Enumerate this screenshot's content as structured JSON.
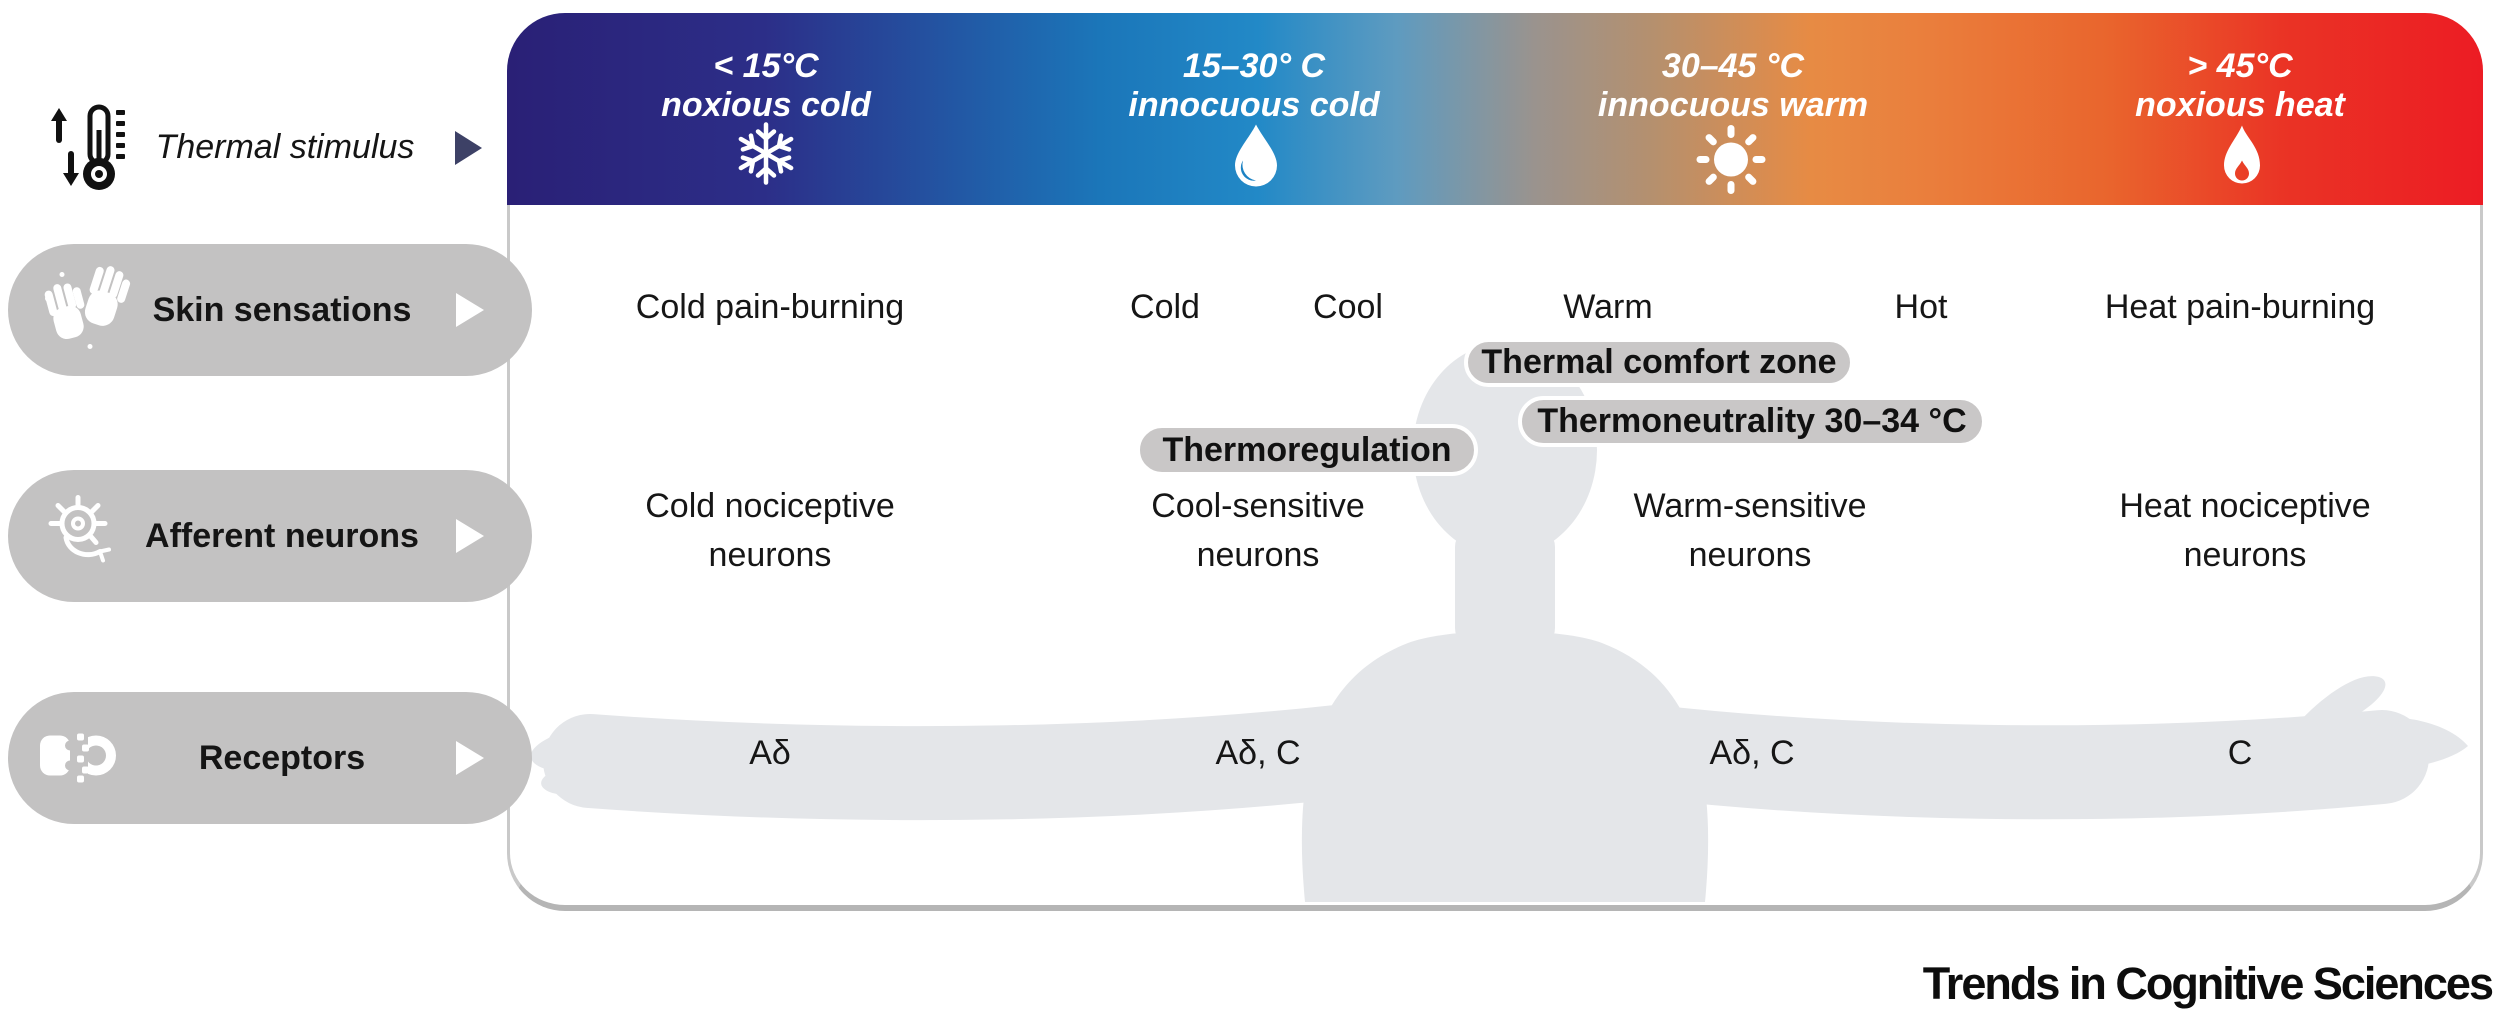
{
  "figure": {
    "thermal_stimulus_label": "Thermal stimulus",
    "journal": "Trends in Cognitive Sciences"
  },
  "header_zones": [
    {
      "range": "< 15°C",
      "name": "noxious cold",
      "icon": "snowflake"
    },
    {
      "range": "15–30° C",
      "name": "innocuous cold",
      "icon": "droplet"
    },
    {
      "range": "30–45 °C",
      "name": "innocuous warm",
      "icon": "sun"
    },
    {
      "range": "> 45°C",
      "name": "noxious heat",
      "icon": "flame"
    }
  ],
  "row_pills": [
    {
      "label": "Skin sensations",
      "icon": "waving-hands"
    },
    {
      "label": "Afferent neurons",
      "icon": "neuron-cell"
    },
    {
      "label": "Receptors",
      "icon": "receptor-synapse"
    }
  ],
  "sensations": [
    "Cold pain-burning",
    "Cold",
    "Cool",
    "Warm",
    "Hot",
    "Heat pain-burning"
  ],
  "badges": {
    "comfort_zone": "Thermal comfort zone",
    "thermoneutrality": "Thermoneutrality 30–34 °C",
    "thermoregulation": "Thermoregulation"
  },
  "afferent_neurons": [
    {
      "line1": "Cold nociceptive",
      "line2": "neurons"
    },
    {
      "line1": "Cool-sensitive",
      "line2": "neurons"
    },
    {
      "line1": "Warm-sensitive",
      "line2": "neurons"
    },
    {
      "line1": "Heat nociceptive",
      "line2": "neurons"
    }
  ],
  "receptors": [
    "Aδ",
    "Aδ, C",
    "Aδ, C",
    "C"
  ],
  "colors": {
    "gradient_left_indigo": "#2a2076",
    "gradient_blue": "#2289c7",
    "gradient_neutral_tan": "#b5906e",
    "gradient_orange": "#e78b44",
    "gradient_red": "#ec1c24",
    "pill_gray": "#c3c2c2",
    "badge_gray": "#c9c7c7",
    "silhouette_gray": "#e4e6e9",
    "box_border_gray": "#c9c9c9",
    "stimulus_arrow_navy": "#3d4166"
  }
}
